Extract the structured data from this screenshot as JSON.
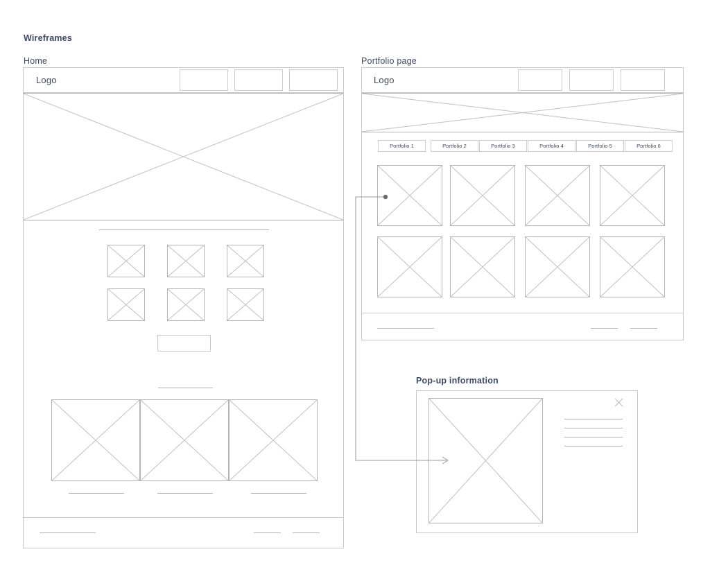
{
  "document": {
    "title": "Wireframes"
  },
  "frames": [
    {
      "key": "home",
      "label": "Home"
    },
    {
      "key": "portfolio",
      "label": "Portfolio page"
    },
    {
      "key": "popup",
      "label": "Pop-up information"
    }
  ],
  "home": {
    "label": "Home",
    "logo": "Logo",
    "nav_items": [
      "",
      "",
      ""
    ],
    "hero": "hero-image-placeholder",
    "section_heading_rule": "heading-placeholder-line",
    "gallery_items": [
      "gallery-item-1",
      "gallery-item-2",
      "gallery-item-3",
      "gallery-item-4",
      "gallery-item-5",
      "gallery-item-6"
    ],
    "cta_button": "",
    "cards_heading_rule": "heading-placeholder-line",
    "cards": [
      {
        "image": "card-image-1",
        "caption_rule": "caption-line"
      },
      {
        "image": "card-image-2",
        "caption_rule": "caption-line"
      },
      {
        "image": "card-image-3",
        "caption_rule": "caption-line"
      }
    ],
    "footer": {
      "left_rule": "footer-left-line",
      "right_rules": [
        "footer-link-line-1",
        "footer-link-line-2"
      ]
    }
  },
  "portfolio": {
    "label": "Portfolio page",
    "logo": "Logo",
    "nav_items": [
      "",
      "",
      ""
    ],
    "hero": "hero-banner-placeholder",
    "filter_buttons": [
      "Portfolio 1",
      "Portfolio 2",
      "Portfolio 3",
      "Portfolio 4",
      "Portfolio 5",
      "Portfolio 6"
    ],
    "grid_items": [
      "portfolio-thumb-1",
      "portfolio-thumb-2",
      "portfolio-thumb-3",
      "portfolio-thumb-4",
      "portfolio-thumb-5",
      "portfolio-thumb-6",
      "portfolio-thumb-7",
      "portfolio-thumb-8"
    ],
    "footer": {
      "left_rule": "footer-left-line",
      "right_rules": [
        "footer-link-line-1",
        "footer-link-line-2"
      ]
    }
  },
  "popup": {
    "label": "Pop-up information",
    "image": "popup-image-placeholder",
    "close_icon": "close-icon",
    "text_rules": [
      "text-line-1",
      "text-line-2",
      "text-line-3",
      "text-line-4"
    ]
  },
  "connector": {
    "name": "flow-connector",
    "from": "portfolio-thumb-1",
    "to": "popup-frame",
    "start_marker": "dot",
    "end_marker": "arrow"
  },
  "colors": {
    "text": "#3d4a66",
    "frame_border": "#c9c9c9",
    "placeholder_border": "#b4b4b4",
    "placeholder_cross": "#bfbfbf",
    "rule": "#b0b0b0",
    "connector": "#9a9a9a",
    "background": "#ffffff"
  }
}
